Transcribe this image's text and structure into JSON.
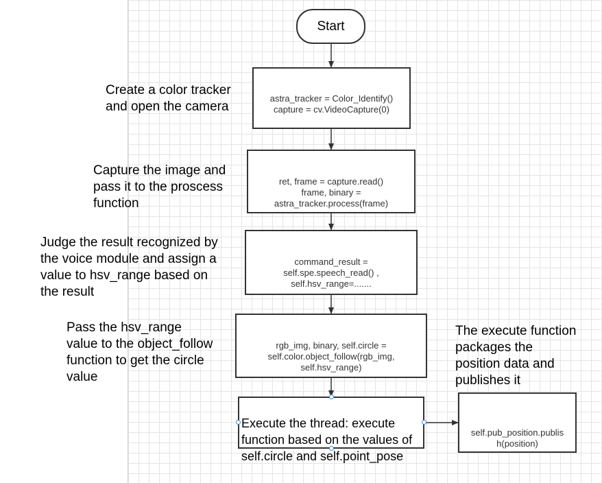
{
  "start_label": "Start",
  "boxes": [
    {
      "lines": [
        "astra_tracker = Color_Identify()",
        "capture = cv.VideoCapture(0)"
      ]
    },
    {
      "lines": [
        "ret, frame = capture.read()",
        "frame, binary =",
        "astra_tracker.process(frame)"
      ]
    },
    {
      "lines": [
        "command_result =",
        "self.spe.speech_read() ,",
        "self.hsv_range=......."
      ]
    },
    {
      "lines": [
        "rgb_img, binary, self.circle =",
        "self.color.object_follow(rgb_img,",
        "self.hsv_range)"
      ]
    }
  ],
  "thread_box": "Execute the thread: execute\nfunction based on the values of\nself.circle and self.point_pose",
  "publish_box": {
    "lines": [
      "self.pub_position.publis",
      "h(position)"
    ]
  },
  "labels": [
    "Create a color tracker\nand open the camera",
    "Capture the image and\npass it to the proscess\nfunction",
    "Judge the result recognized by\nthe voice module and assign a\nvalue to hsv_range based on\nthe result",
    "Pass the hsv_range\nvalue to the object_follow\nfunction to get the circle\nvalue",
    "The execute function\npackages the\nposition data and\npublishes it"
  ],
  "colors": {
    "stroke": "#333333",
    "grid": "#e4e4e4",
    "handle": "#3a8ee6"
  }
}
